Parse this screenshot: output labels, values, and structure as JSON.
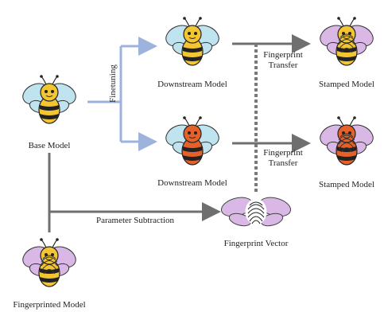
{
  "labels": {
    "base_model": "Base Model",
    "finetuning": "Finetuning",
    "downstream_top": "Downstream Model",
    "downstream_bottom": "Downstream Model",
    "fp_transfer_top_1": "Fingerprint",
    "fp_transfer_top_2": "Transfer",
    "fp_transfer_bottom_1": "Fingerprint",
    "fp_transfer_bottom_2": "Transfer",
    "stamped_top": "Stamped Model",
    "stamped_bottom": "Stamped Model",
    "parameter_subtraction": "Parameter Subtraction",
    "fingerprint_vector": "Fingerprint Vector",
    "fingerprinted_model": "Fingerprinted Model"
  },
  "icons": {
    "base_bee": "bee-icon",
    "downstream_bee_yellow": "bee-icon",
    "downstream_bee_orange": "bee-icon",
    "stamped_bee_top": "fingerprinted-bee-icon",
    "stamped_bee_bottom": "fingerprinted-bee-icon",
    "fingerprinted_bee": "fingerprinted-bee-icon",
    "fingerprint_vector": "fingerprint-wings-icon"
  },
  "colors": {
    "finetune_arrow": "#9db3dd",
    "gray_arrow": "#6f6f6f",
    "dotted_line": "#7a7a7a",
    "bee_yellow": "#f3c531",
    "bee_orange": "#e6612a",
    "wing_blue": "#bfe3ef",
    "wing_purple": "#d9b8e6"
  }
}
